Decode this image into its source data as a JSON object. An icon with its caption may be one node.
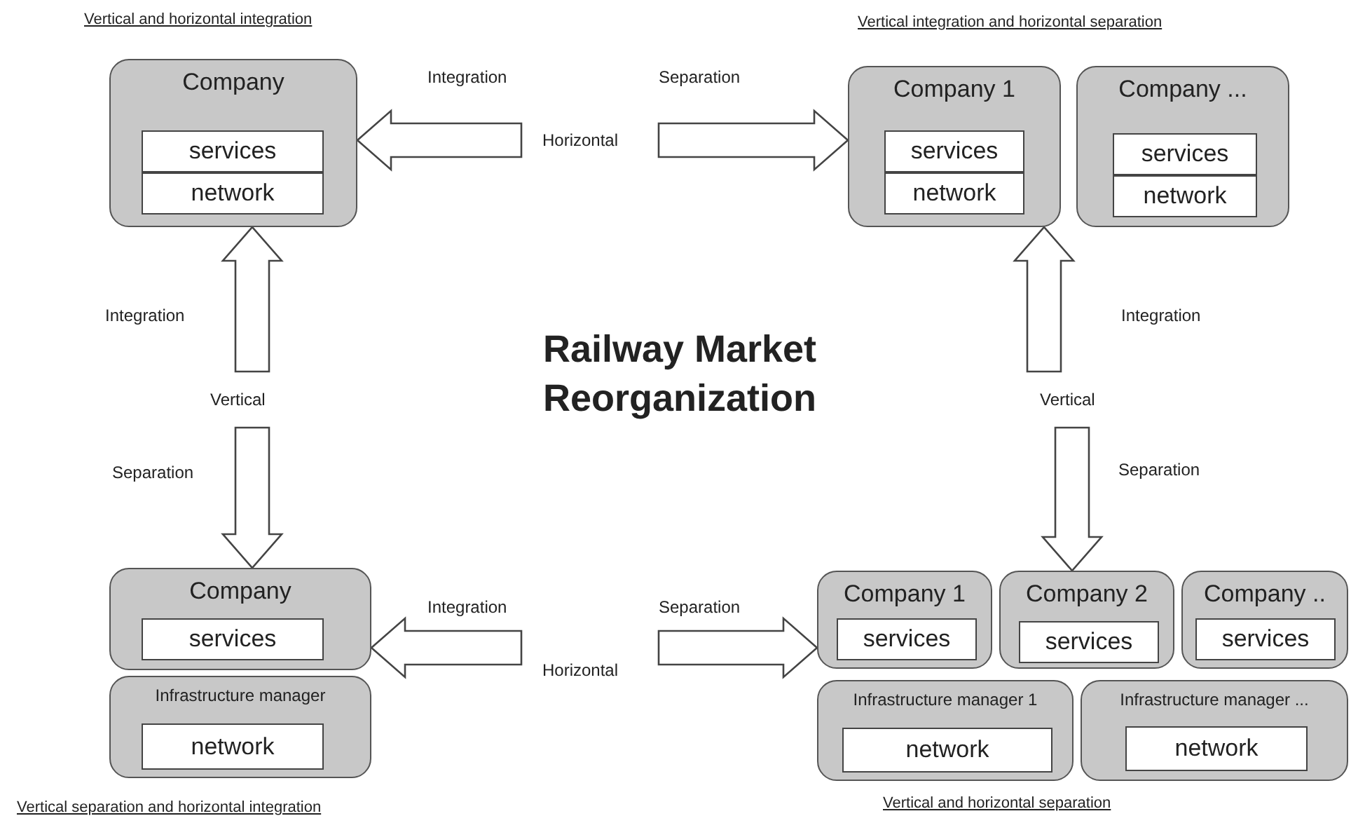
{
  "diagram": {
    "title": "Railway Market Reorganization",
    "nodes": [
      {
        "text": [
          "Company"
        ]
      },
      {
        "text": [
          "services"
        ],
        "in": 0
      },
      {
        "text": [
          "network"
        ],
        "in": 0
      },
      {
        "text": [
          "Company 1"
        ]
      },
      {
        "text": [
          "services"
        ],
        "in": 3
      },
      {
        "text": [
          "network"
        ],
        "in": 3
      },
      {
        "text": [
          "Company ..."
        ]
      },
      {
        "text": [
          "services"
        ],
        "in": 6
      },
      {
        "text": [
          "network"
        ],
        "in": 6
      },
      {
        "text": [
          "Company"
        ]
      },
      {
        "text": [
          "services"
        ],
        "in": 9
      },
      {
        "text": [
          "Infrastructure manager"
        ]
      },
      {
        "text": [
          "network"
        ],
        "in": 11
      },
      {
        "text": [
          "Company 1"
        ]
      },
      {
        "text": [
          "services"
        ],
        "in": 13
      },
      {
        "text": [
          "Company 2"
        ]
      },
      {
        "text": [
          "services"
        ],
        "in": 15
      },
      {
        "text": [
          "Company .."
        ]
      },
      {
        "text": [
          "services"
        ],
        "in": 17
      },
      {
        "text": [
          "Infrastructure manager 1"
        ]
      },
      {
        "text": [
          "network"
        ],
        "in": 19
      },
      {
        "text": [
          "Infrastructure manager ..."
        ]
      },
      {
        "text": [
          "network"
        ],
        "in": 21
      }
    ],
    "edges": [
      {
        "from": null,
        "to": 0,
        "arrow": "to",
        "label": "Integration"
      },
      {
        "from": null,
        "to": 3,
        "arrow": "to",
        "label": "Separation"
      },
      {
        "from": null,
        "to": 0,
        "arrow": "to",
        "label": "Integration"
      },
      {
        "from": null,
        "to": 9,
        "arrow": "to",
        "label": "Separation"
      },
      {
        "from": null,
        "to": 3,
        "arrow": "to",
        "label": "Integration"
      },
      {
        "from": null,
        "to": 15,
        "arrow": "to",
        "label": "Separation"
      },
      {
        "from": null,
        "to": 9,
        "arrow": "to",
        "label": "Integration"
      },
      {
        "from": null,
        "to": 13,
        "arrow": "to",
        "label": "Separation"
      }
    ],
    "labels": [
      "Vertical and horizontal integration",
      "Vertical integration and horizontal separation",
      "Horizontal",
      "Vertical",
      "Vertical",
      "Horizontal",
      "Vertical separation and horizontal integration",
      "Vertical and horizontal separation"
    ]
  }
}
